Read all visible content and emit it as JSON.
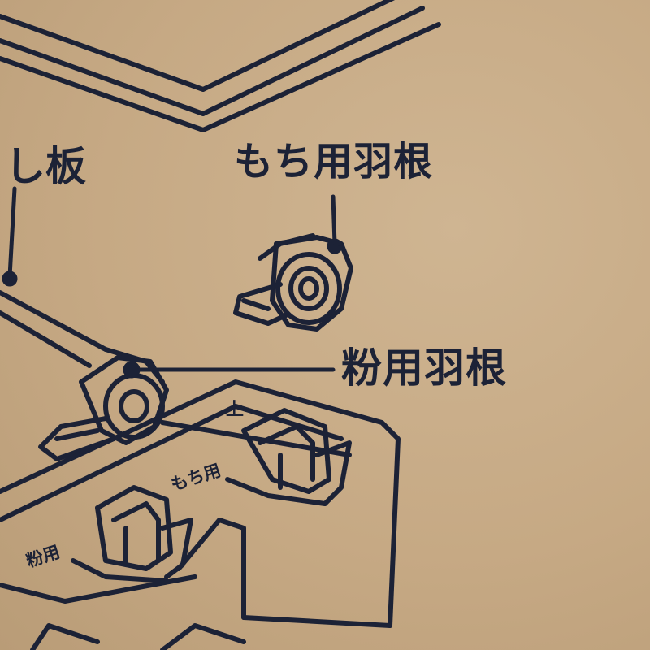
{
  "labels": {
    "plate": "し板",
    "mochi_blade": "もち用羽根",
    "kona_blade": "粉用羽根",
    "top_mark": "上",
    "mochi_slot": "もち用",
    "kona_slot": "粉用"
  },
  "colors": {
    "ink": "#1c2236",
    "cardboard": "#c7ab87"
  }
}
